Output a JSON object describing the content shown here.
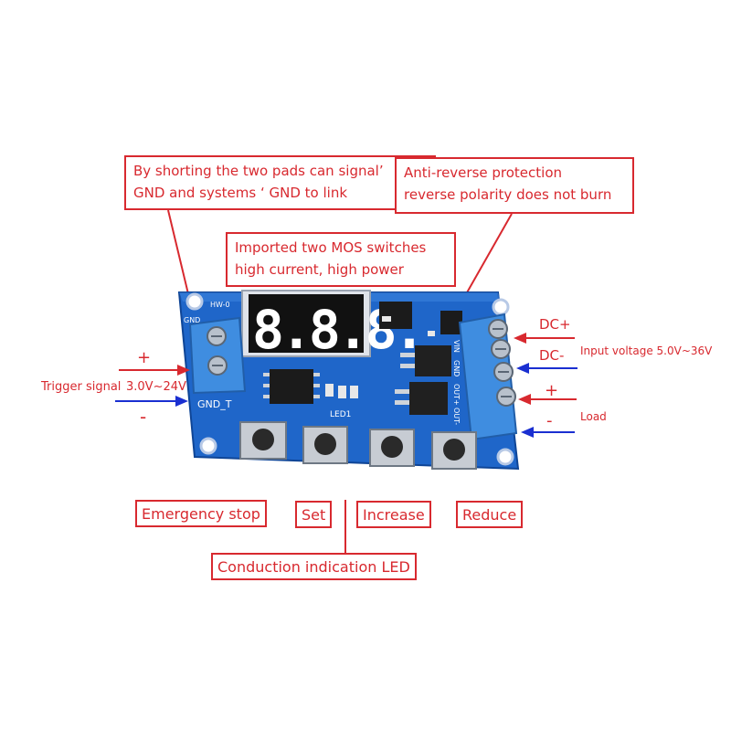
{
  "callouts": {
    "shorting_line1": "By shorting the two pads can signal’",
    "shorting_line2": "GND and systems ‘ GND to link",
    "antireverse_line1": "Anti-reverse protection",
    "antireverse_line2": "reverse polarity does not burn",
    "mos_line1": "Imported two MOS switches",
    "mos_line2": "high current, high power"
  },
  "buttons": {
    "emergency_stop": "Emergency stop",
    "set": "Set",
    "increase": "Increase",
    "reduce": "Reduce"
  },
  "led_label": "Conduction indication LED",
  "left_side": {
    "plus": "+",
    "minus": "-",
    "trigger_signal": "Trigger signal",
    "voltage": "3.0V~24V"
  },
  "right_side": {
    "dc_plus": "DC+",
    "dc_minus": "DC-",
    "input_voltage": "Input voltage 5.0V~36V",
    "plus": "+",
    "minus": "-",
    "load": "Load"
  },
  "board": {
    "silk_gnd_top": "GND",
    "silk_gnd_bottom": "GND_T",
    "silk_led": "LED1",
    "silk_vin": "VIN",
    "silk_gnd": "GND",
    "silk_out_plus": "OUT+",
    "silk_out_minus": "OUT-",
    "silk_model": "HW-0",
    "display_digits": "8.8.8."
  },
  "colors": {
    "annotation_red": "#d8292f",
    "arrow_blue": "#1a2fd1",
    "pcb_blue": "#1f66c9",
    "terminal_blue": "#3f8de0"
  }
}
